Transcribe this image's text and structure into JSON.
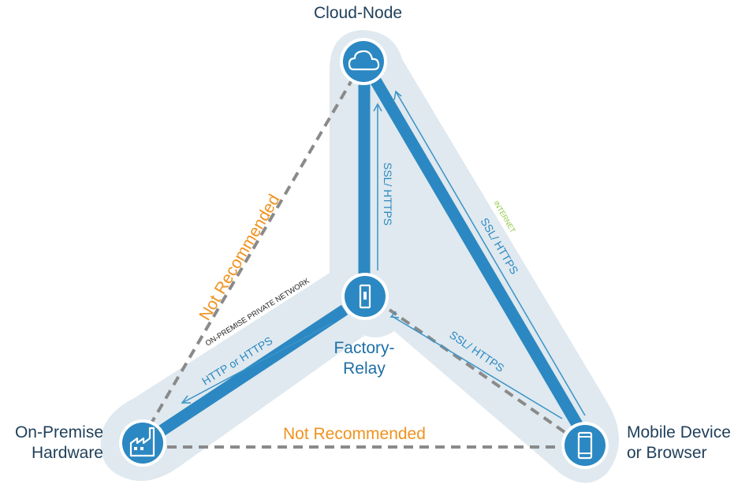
{
  "nodes": {
    "cloud": {
      "label": "Cloud-Node",
      "icon": "cloud-icon"
    },
    "relay": {
      "label_line1": "Factory-",
      "label_line2": "Relay",
      "icon": "relay-device-icon"
    },
    "hardware": {
      "label_line1": "On-Premise",
      "label_line2": "Hardware",
      "icon": "factory-icon"
    },
    "mobile": {
      "label_line1": "Mobile Device",
      "label_line2": "or Browser",
      "icon": "mobile-phone-icon"
    }
  },
  "connections": {
    "relay_cloud": "SSL/ HTTPS",
    "mobile_cloud": "SSL/ HTTPS",
    "mobile_cloud_zone": "INTERNET",
    "mobile_relay": "SSL/ HTTPS",
    "relay_hardware": "HTTP or HTTPS",
    "relay_hardware_zone": "ON-PREMISE PRIVATE NETWORK",
    "hardware_cloud": "Not Recommended",
    "hardware_mobile": "Not Recommended"
  },
  "colors": {
    "zone": "#dfe9ef",
    "thick_line": "#2c88c2",
    "thin_line": "#3a93c8",
    "dashed": "#8a8a8a",
    "warning": "#f0921e",
    "internet": "#8cc63f",
    "node_fill": "#2c88c2",
    "node_text": "#1f3f5a"
  }
}
